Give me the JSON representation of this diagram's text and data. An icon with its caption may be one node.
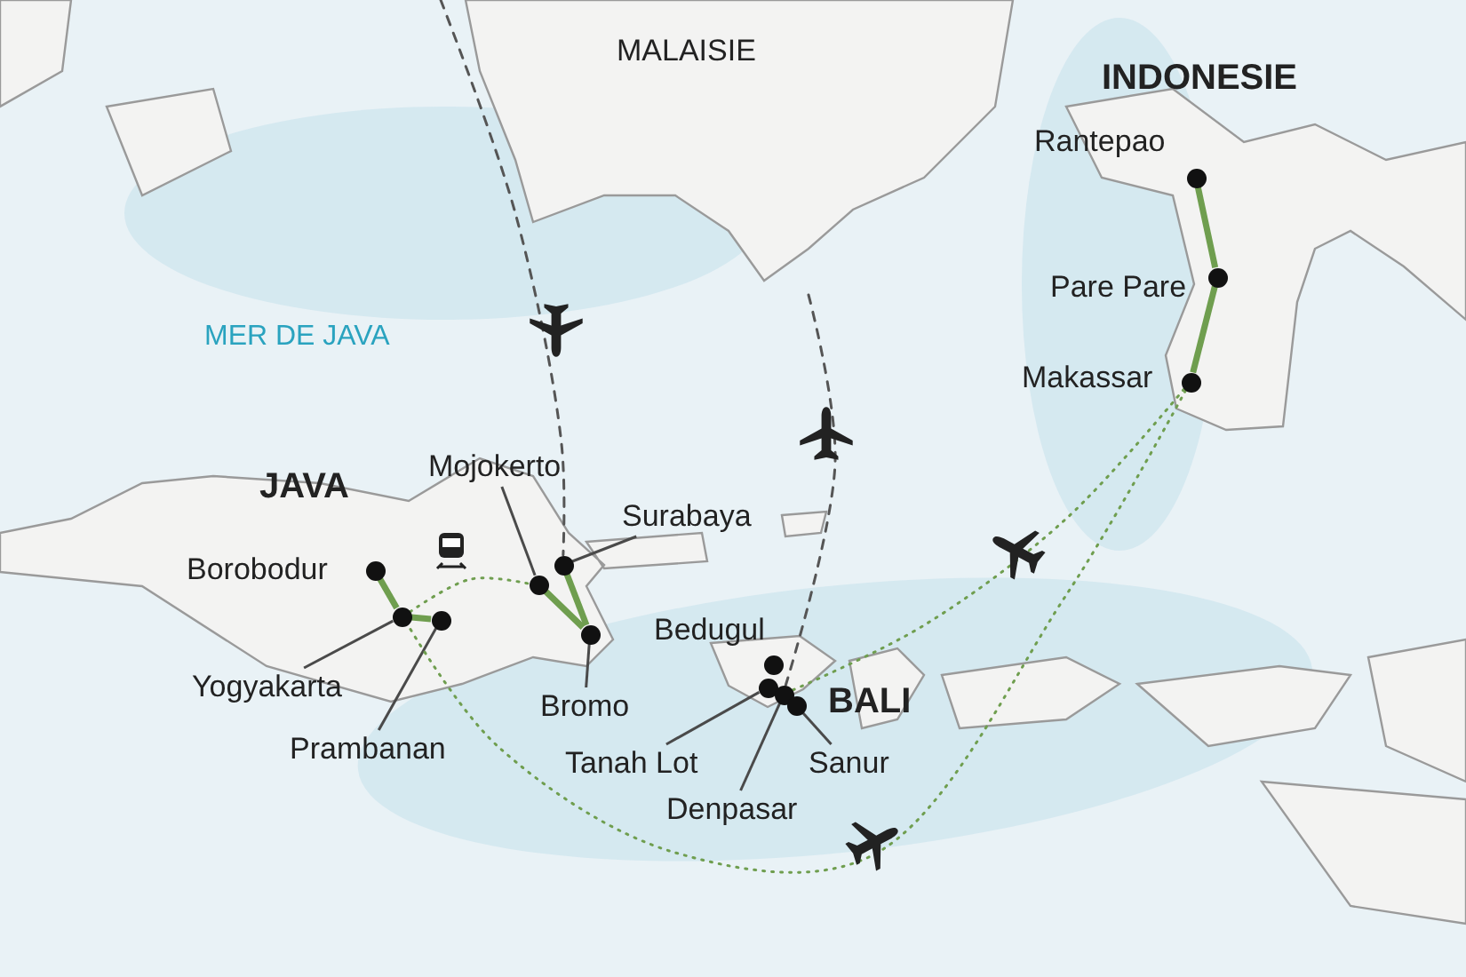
{
  "diagram": {
    "nodes": [
      {
        "text": [],
        "shape": "circle",
        "beside": [
          "Borobodur"
        ]
      },
      {
        "text": [
          "Yogyakarta"
        ]
      },
      {
        "text": [],
        "shape": "circle"
      },
      {
        "text": [
          "Prambanan"
        ]
      },
      {
        "text": [],
        "shape": "circle"
      },
      {
        "text": [
          "Mojokerto"
        ]
      },
      {
        "text": [],
        "shape": "circle"
      },
      {
        "text": [
          "Surabaya"
        ]
      },
      {
        "text": [],
        "shape": "circle"
      },
      {
        "text": [
          "Bromo"
        ]
      },
      {
        "text": [],
        "shape": "circle"
      },
      {
        "text": [],
        "shape": "circle",
        "beside": [
          "Bedugul"
        ]
      },
      {
        "text": [
          "Tanah Lot"
        ]
      },
      {
        "text": [],
        "shape": "circle"
      },
      {
        "text": [
          "Denpasar"
        ]
      },
      {
        "text": [],
        "shape": "circle"
      },
      {
        "text": [
          "Sanur"
        ]
      },
      {
        "text": [],
        "shape": "circle"
      },
      {
        "text": [],
        "shape": "circle",
        "beside": [
          "Rantepao"
        ]
      },
      {
        "text": [],
        "shape": "circle",
        "beside": [
          "Pare Pare"
        ]
      },
      {
        "text": [],
        "shape": "circle",
        "beside": [
          "Makassar"
        ]
      }
    ],
    "edges": [
      {
        "from": 1,
        "to": 2,
        "arrow": "none",
        "color": "#4a4a4a"
      },
      {
        "from": 3,
        "to": 4,
        "arrow": "none",
        "color": "#4a4a4a"
      },
      {
        "from": 5,
        "to": 6,
        "arrow": "none",
        "color": "#4a4a4a"
      },
      {
        "from": 7,
        "to": 8,
        "arrow": "none",
        "color": "#4a4a4a"
      },
      {
        "from": 9,
        "to": 10,
        "arrow": "none",
        "color": "#4a4a4a"
      },
      {
        "from": 12,
        "to": 13,
        "arrow": "none",
        "color": "#4a4a4a"
      },
      {
        "from": 14,
        "to": 15,
        "arrow": "none",
        "color": "#4a4a4a"
      },
      {
        "from": 16,
        "to": 17,
        "arrow": "none",
        "color": "#4a4a4a"
      },
      {
        "from": 0,
        "to": 2,
        "arrow": "none",
        "style": "thick"
      },
      {
        "from": 2,
        "to": 4,
        "arrow": "none",
        "style": "thick"
      },
      {
        "from": 6,
        "to": 10,
        "arrow": "none",
        "style": "thick"
      },
      {
        "from": 10,
        "to": 8,
        "arrow": "none",
        "style": "thick"
      },
      {
        "from": 18,
        "to": 19,
        "arrow": "none",
        "style": "thick"
      },
      {
        "from": 19,
        "to": 20,
        "arrow": "none",
        "style": "thick"
      },
      {
        "from": 2,
        "to": 6,
        "arrow": "none",
        "style": "dashed"
      },
      {
        "from": 20,
        "to": 15,
        "arrow": "none",
        "style": "dashed"
      },
      {
        "from": 20,
        "to": 2,
        "arrow": "none",
        "style": "dashed"
      },
      {
        "from": null,
        "to": 8,
        "arrow": "none",
        "style": "dashed",
        "color": "#555555"
      },
      {
        "from": null,
        "to": 15,
        "arrow": "none",
        "style": "dashed",
        "color": "#555555"
      }
    ],
    "labels": [
      "MALAISIE",
      "INDONESIE",
      "MER DE JAVA",
      "JAVA",
      "BALI"
    ]
  }
}
